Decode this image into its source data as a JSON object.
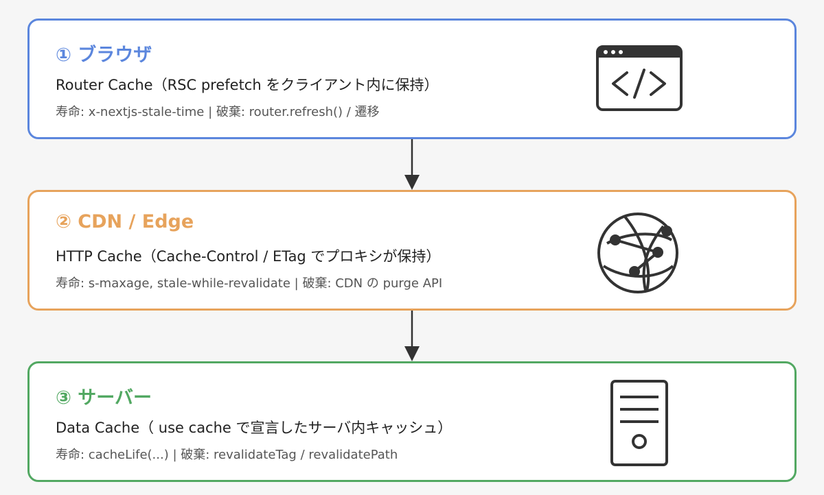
{
  "colors": {
    "browser": "#5b86dd",
    "cdn": "#e7a35c",
    "server": "#52a862",
    "icon": "#333333",
    "arrow": "#333333"
  },
  "layers": [
    {
      "title": "① ブラウザ",
      "cache": "Router Cache（RSC prefetch をクライアント内に保持）",
      "detail": "寿命: x-nextjs-stale-time | 破棄: router.refresh() / 遷移",
      "icon": "code-window-icon"
    },
    {
      "title": "② CDN / Edge",
      "cache": "HTTP Cache（Cache-Control / ETag でプロキシが保持）",
      "detail": "寿命: s-maxage, stale-while-revalidate | 破棄: CDN の purge API",
      "icon": "globe-network-icon"
    },
    {
      "title": "③ サーバー",
      "cache": "Data Cache（ use cache  で宣言したサーバ内キャッシュ）",
      "detail": "寿命: cacheLife(...) | 破棄: revalidateTag / revalidatePath",
      "icon": "server-icon"
    }
  ]
}
